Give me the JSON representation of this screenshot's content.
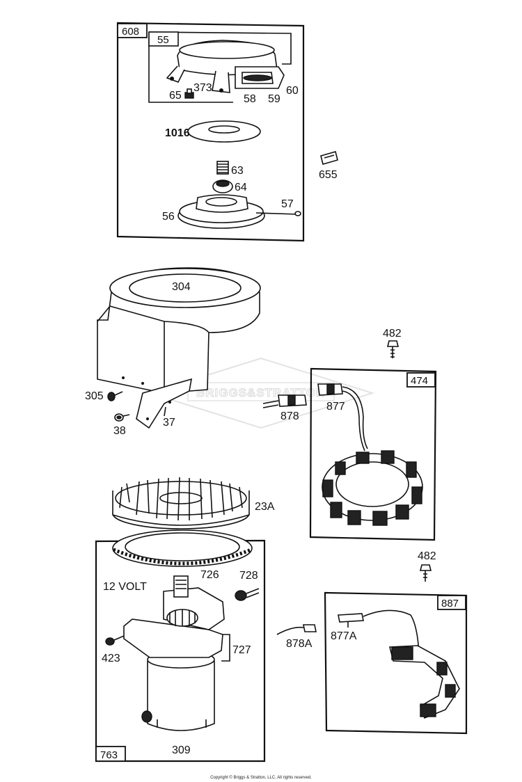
{
  "boxes": {
    "b608": "608",
    "b55": "55",
    "b474": "474",
    "b887": "887",
    "b763": "763"
  },
  "labels": {
    "l373": "373",
    "l65": "65",
    "l58": "58",
    "l59": "59",
    "l60": "60",
    "l1016": "1016",
    "l655": "655",
    "l63": "63",
    "l64": "64",
    "l57": "57",
    "l56": "56",
    "l304": "304",
    "l482a": "482",
    "l305": "305",
    "l878": "878",
    "l877": "877",
    "l38": "38",
    "l37": "37",
    "l23A": "23A",
    "l726": "726",
    "l728": "728",
    "l12volt": "12 VOLT",
    "l482b": "482",
    "l727": "727",
    "l423": "423",
    "l878A": "878A",
    "l877A": "877A",
    "l309": "309"
  },
  "watermark": "BRIGGS&STRATTON",
  "copyright": "Copyright © Briggs & Stratton, LLC. All rights reserved."
}
